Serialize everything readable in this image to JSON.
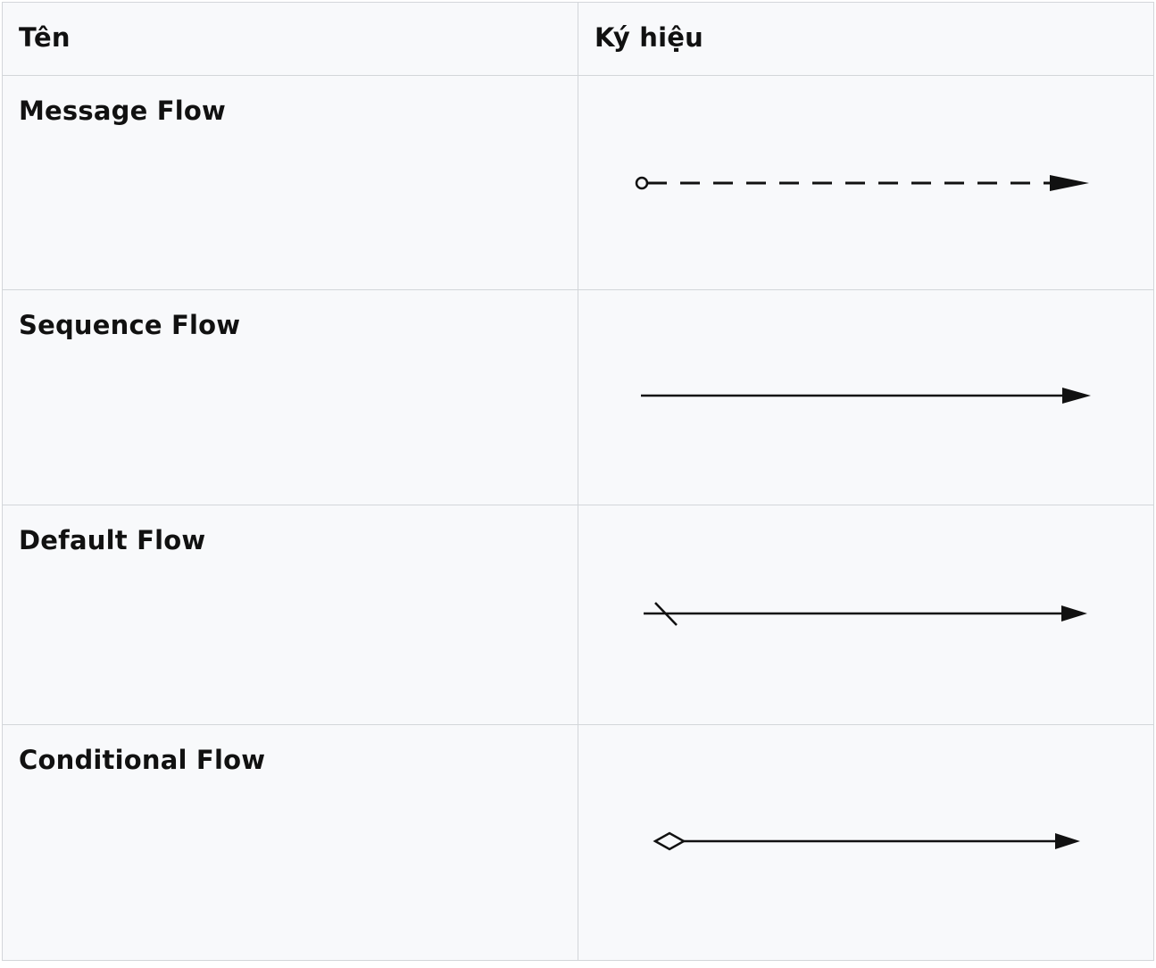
{
  "table": {
    "headers": [
      "Tên",
      "Ký hiệu"
    ],
    "rows": [
      {
        "name": "Message Flow",
        "symbol_icon": "message-flow-icon"
      },
      {
        "name": "Sequence Flow",
        "symbol_icon": "sequence-flow-icon"
      },
      {
        "name": "Default Flow",
        "symbol_icon": "default-flow-icon"
      },
      {
        "name": "Conditional Flow",
        "symbol_icon": "conditional-flow-icon"
      }
    ]
  },
  "colors": {
    "border": "#d3d6da",
    "cell_background": "#f8f9fb",
    "text": "#111111",
    "line": "#111111"
  }
}
